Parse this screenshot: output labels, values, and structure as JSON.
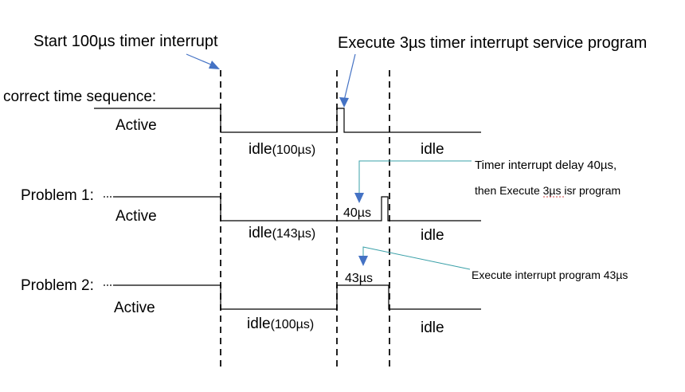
{
  "annotations": {
    "start_timer": "Start 100µs timer interrupt",
    "execute_isr": "Execute 3µs timer interrupt service program",
    "timer_delay_line1": "Timer interrupt delay 40µs,",
    "timer_delay_line2": "then Execute 3µs isr program",
    "exec_43": "Execute interrupt program 43µs"
  },
  "rows": [
    {
      "label": "correct time sequence:",
      "active": "Active",
      "idle_text": "idle",
      "idle_duration": "(100µs)",
      "idle_right": "idle"
    },
    {
      "label": "Problem 1:",
      "active": "Active",
      "idle_text": "idle",
      "idle_duration": "(143µs)",
      "idle_right": "idle",
      "marker": "40µs"
    },
    {
      "label": "Problem 2:",
      "active": "Active",
      "idle_text": "idle",
      "idle_duration": "(100µs)",
      "idle_right": "idle",
      "marker": "43µs"
    }
  ]
}
